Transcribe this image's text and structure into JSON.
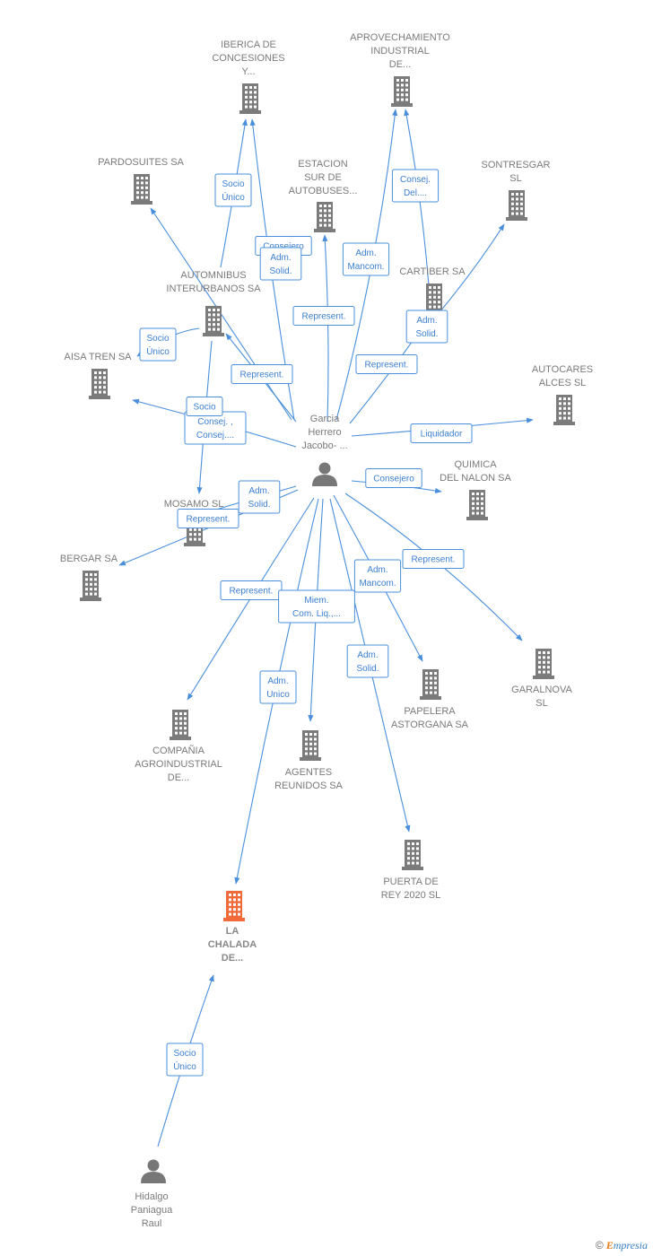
{
  "colors": {
    "edge": "#4a8fdc",
    "building": "#7b7b7b",
    "focus_building": "#f26a3a",
    "person": "#777777",
    "relation_text": "#3b7fd0"
  },
  "persons": [
    {
      "id": "garcia",
      "lines": [
        "Garcia",
        "Herrero",
        "Jacobo- ..."
      ]
    },
    {
      "id": "hidalgo",
      "lines": [
        "Hidalgo",
        "Paniagua",
        "Raul"
      ]
    }
  ],
  "companies": [
    {
      "id": "iberica",
      "lines": [
        "IBERICA DE",
        "CONCESIONES",
        "Y..."
      ]
    },
    {
      "id": "aprovechamiento",
      "lines": [
        "APROVECHAMIENTO",
        "INDUSTRIAL",
        "DE..."
      ]
    },
    {
      "id": "pardosuites",
      "lines": [
        "PARDOSUITES SA"
      ]
    },
    {
      "id": "estacion",
      "lines": [
        "ESTACION",
        "SUR DE",
        "AUTOBUSES..."
      ]
    },
    {
      "id": "sontresgar",
      "lines": [
        "SONTRESGAR",
        "SL"
      ]
    },
    {
      "id": "automnibus",
      "lines": [
        "AUTOMNIBUS",
        "INTERURBANOS SA"
      ]
    },
    {
      "id": "cartiber",
      "lines": [
        "CARTIBER SA"
      ]
    },
    {
      "id": "aisa",
      "lines": [
        "AISA TREN SA"
      ]
    },
    {
      "id": "autocares",
      "lines": [
        "AUTOCARES",
        "ALCES  SL"
      ]
    },
    {
      "id": "quimica",
      "lines": [
        "QUIMICA",
        "DEL NALON SA"
      ]
    },
    {
      "id": "mosamo",
      "lines": [
        "MOSAMO SL"
      ]
    },
    {
      "id": "bergar",
      "lines": [
        "BERGAR SA"
      ]
    },
    {
      "id": "garalnova",
      "lines": [
        "GARALNOVA",
        "SL"
      ]
    },
    {
      "id": "papelera",
      "lines": [
        "PAPELERA",
        "ASTORGANA SA"
      ]
    },
    {
      "id": "compania",
      "lines": [
        "COMPAÑIA",
        "AGROINDUSTRIAL",
        "DE..."
      ]
    },
    {
      "id": "agentes",
      "lines": [
        "AGENTES",
        "REUNIDOS SA"
      ]
    },
    {
      "id": "puerta",
      "lines": [
        "PUERTA DE",
        "REY 2020  SL"
      ]
    },
    {
      "id": "chalada",
      "lines": [
        "LA",
        "CHALADA",
        "DE..."
      ],
      "focus": true
    }
  ],
  "relations": [
    {
      "from": "garcia",
      "to": "iberica",
      "lines": [
        "Consejero"
      ]
    },
    {
      "from": "automnibus",
      "to": "iberica",
      "lines": [
        "Socio",
        "Único"
      ]
    },
    {
      "from": "garcia",
      "to": "aprovechamiento",
      "lines": [
        "Adm.",
        "Mancom."
      ]
    },
    {
      "from": "cartiber",
      "to": "aprovechamiento",
      "lines": [
        "Consej.",
        "Del...."
      ]
    },
    {
      "from": "garcia",
      "to": "pardosuites",
      "lines": [
        "Adm.",
        "Solid."
      ]
    },
    {
      "from": "garcia",
      "to": "estacion",
      "lines": [
        "Represent."
      ]
    },
    {
      "from": "cartiber",
      "to": "sontresgar",
      "lines": [
        "Adm.",
        "Solid."
      ]
    },
    {
      "from": "garcia",
      "to": "automnibus",
      "lines": [
        "Represent."
      ]
    },
    {
      "from": "garcia",
      "to": "cartiber",
      "lines": [
        "Represent."
      ]
    },
    {
      "from": "automnibus",
      "to": "aisa",
      "lines": [
        "Socio",
        "Único"
      ]
    },
    {
      "from": "garcia",
      "to": "aisa",
      "lines": [
        "Consej. ,",
        "Consej...."
      ]
    },
    {
      "from": "automnibus",
      "to": "mosamo",
      "lines": [
        "Socio"
      ]
    },
    {
      "from": "garcia",
      "to": "autocares",
      "lines": [
        "Liquidador"
      ]
    },
    {
      "from": "garcia",
      "to": "quimica",
      "lines": [
        "Consejero"
      ]
    },
    {
      "from": "garcia",
      "to": "mosamo",
      "lines": [
        "Adm.",
        "Solid."
      ]
    },
    {
      "from": "garcia",
      "to": "bergar",
      "lines": [
        "Represent."
      ]
    },
    {
      "from": "garcia",
      "to": "garalnova",
      "lines": [
        "Represent."
      ]
    },
    {
      "from": "garcia",
      "to": "papelera",
      "lines": [
        "Adm.",
        "Mancom."
      ]
    },
    {
      "from": "garcia",
      "to": "compania",
      "lines": [
        "Represent."
      ]
    },
    {
      "from": "garcia",
      "to": "agentes",
      "lines": [
        "Miem.",
        "Com. Liq.,..."
      ]
    },
    {
      "from": "garcia",
      "to": "puerta",
      "lines": [
        "Adm.",
        "Solid."
      ]
    },
    {
      "from": "garcia",
      "to": "chalada",
      "lines": [
        "Adm.",
        "Unico"
      ]
    },
    {
      "from": "hidalgo",
      "to": "chalada",
      "lines": [
        "Socio",
        "Único"
      ]
    }
  ],
  "credit": {
    "copyright": "©",
    "brand_first": "E",
    "brand_rest": "mpresia"
  }
}
